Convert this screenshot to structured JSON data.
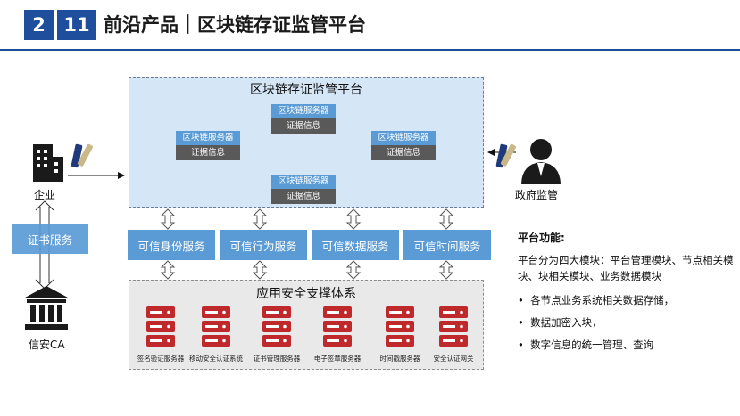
{
  "header": {
    "section_number": "2",
    "subsection_number": "11",
    "title": "前沿产品｜区块链存证监管平台"
  },
  "platform": {
    "title": "区块链存证监管平台",
    "nodes": [
      {
        "server": "区块链服务器",
        "cert": "证据信息"
      },
      {
        "server": "区块链服务器",
        "cert": "证据信息"
      },
      {
        "server": "区块链服务器",
        "cert": "证据信息"
      },
      {
        "server": "区块链服务器",
        "cert": "证据信息"
      }
    ]
  },
  "services": [
    "可信身份服务",
    "可信行为服务",
    "可信数据服务",
    "可信时间服务"
  ],
  "support": {
    "title": "应用安全支撑体系",
    "servers": [
      "签名验证服务器",
      "移动安全认证系统",
      "证书管理服务器",
      "电子签章服务器",
      "时间戳服务器",
      "安全认证网关"
    ]
  },
  "left": {
    "enterprise_label": "企业",
    "cert_service_label": "证书服务",
    "ca_label": "信安CA"
  },
  "right": {
    "gov_label": "政府监管"
  },
  "features": {
    "heading": "平台功能:",
    "intro": "平台分为四大模块：平台管理模块、节点相关模块、块相关模块、业务数据模块",
    "bullets": [
      "各节点业务系统相关数据存储，",
      "数据加密入块，",
      "数字信息的统一管理、查询"
    ]
  },
  "colors": {
    "brand_blue": "#1f4e9c",
    "service_blue": "#5b9bd5",
    "server_red": "#c0292b",
    "dark_gray": "#595959",
    "platform_bg": "#d5e6f6"
  }
}
